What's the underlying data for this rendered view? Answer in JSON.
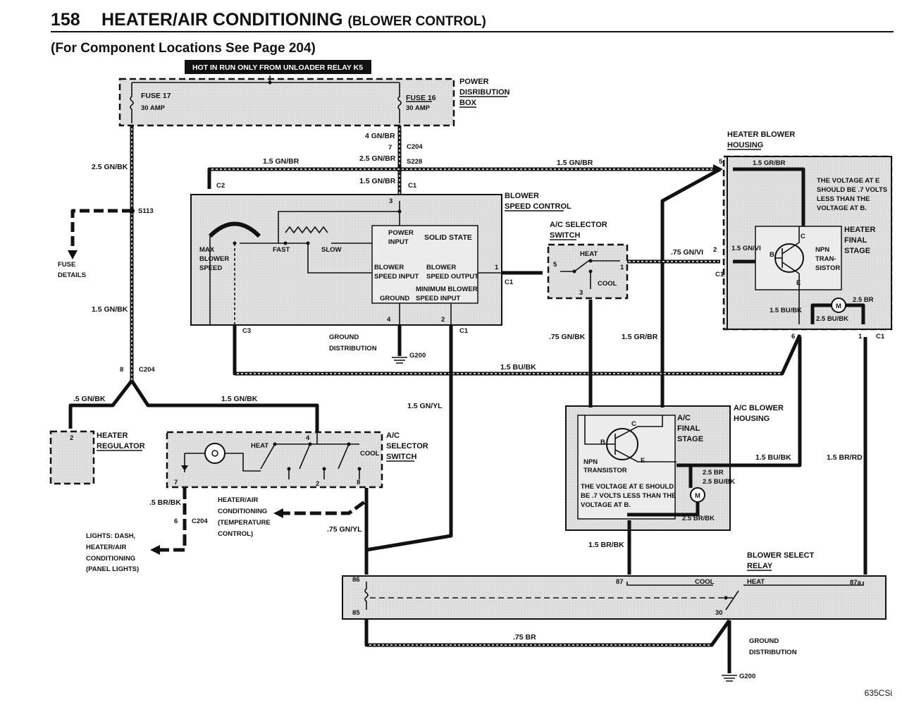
{
  "header": {
    "page_number": "158",
    "title": "HEATER/AIR CONDITIONING",
    "title_suffix": "(BLOWER CONTROL)",
    "subtitle": "(For Component Locations See Page 204)",
    "hot_note": "HOT IN RUN ONLY FROM UNLOADER RELAY K5"
  },
  "footer": {
    "model": "635CSi"
  },
  "components": {
    "power_box": {
      "name_lines": [
        "POWER",
        "DISRIBUTION",
        "BOX"
      ],
      "fuse17_name": "FUSE 17",
      "fuse17_rating": "30 AMP",
      "fuse16_name": "FUSE 16",
      "fuse16_rating": "30 AMP"
    },
    "blower_speed_control": {
      "name_lines": [
        "BLOWER",
        "SPEED CONTROL"
      ],
      "max_lines": [
        "MAX",
        "BLOWER",
        "SPEED"
      ],
      "fast": "FAST",
      "slow": "SLOW",
      "power_input_lines": [
        "POWER",
        "INPUT"
      ],
      "solid_state": "SOLID STATE",
      "blower_speed_input_lines": [
        "BLOWER",
        "SPEED INPUT"
      ],
      "blower_speed_output_lines": [
        "BLOWER",
        "SPEED OUTPUT"
      ],
      "minimum_blower_lines": [
        "MINIMUM BLOWER",
        "SPEED INPUT"
      ],
      "ground": "GROUND"
    },
    "ac_selector_switch_top": {
      "name_lines": [
        "A/C SELECTOR",
        "SWITCH"
      ],
      "heat": "HEAT",
      "cool": "COOL"
    },
    "heater_blower_housing": {
      "name_lines": [
        "HEATER BLOWER",
        "HOUSING"
      ]
    },
    "heater_final_stage": {
      "name_lines": [
        "HEATER",
        "FINAL",
        "STAGE"
      ],
      "transistor_lines": [
        "NPN",
        "TRAN-",
        "SISTOR"
      ],
      "note_lines": [
        "THE VOLTAGE AT E",
        "SHOULD BE .7 VOLTS",
        "LESS THAN THE",
        "VOLTAGE AT B."
      ]
    },
    "heater_regulator": {
      "name_lines": [
        "HEATER",
        "REGULATOR"
      ]
    },
    "ac_selector_switch_bottom": {
      "name_lines": [
        "A/C",
        "SELECTOR",
        "SWITCH"
      ],
      "heat": "HEAT",
      "cool": "COOL"
    },
    "ac_blower_housing": {
      "name_lines": [
        "A/C BLOWER",
        "HOUSING"
      ]
    },
    "ac_final_stage": {
      "name_lines": [
        "A/C",
        "FINAL",
        "STAGE"
      ],
      "transistor_lines": [
        "NPN",
        "TRANSISTOR"
      ],
      "note_lines": [
        "THE VOLTAGE AT E SHOULD",
        "BE .7 VOLTS LESS THAN THE",
        "VOLTAGE AT B."
      ]
    },
    "blower_select_relay": {
      "name_lines": [
        "BLOWER SELECT",
        "RELAY"
      ],
      "cool": "COOL",
      "heat": "HEAT"
    }
  },
  "ground_points": {
    "ground_distribution_lines": [
      "GROUND",
      "DISTRIBUTION"
    ],
    "g200": "G200"
  },
  "connectors": {
    "c204": "C204",
    "s228": "S228",
    "c1": "C1",
    "c2": "C2",
    "c3": "C3",
    "s113": "S113"
  },
  "off_page": {
    "fuse_details_lines": [
      "FUSE",
      "DETAILS"
    ],
    "heater_ac_temp_lines": [
      "HEATER/AIR",
      "CONDITIONING",
      "(TEMPERATURE",
      "CONTROL)"
    ],
    "lights_lines": [
      "LIGHTS: DASH,",
      "HEATER/AIR",
      "CONDITIONING",
      "(PANEL LIGHTS)"
    ]
  },
  "wires": {
    "w_25gnbk": "2.5 GN/BK",
    "w_4gnbr": "4 GN/BR",
    "w_25gnbr": "2.5 GN/BR",
    "w_15gnbr_a": "1.5 GN/BR",
    "w_15gnbr_b": "1.5 GN/BR",
    "w_15gnbr_c": "1.5 GN/BR",
    "w_15grbr_top": "1.5 GR/BR",
    "w_15gnbk_a": "1.5 GN/BK",
    "w_15gnbk_b": "1.5 GN/BK",
    "w_05gnbk": ".5 GN/BK",
    "w_075gnvi": ".75 GN/VI",
    "w_15gnvi": "1.5 GN/VI",
    "w_15bubk_a": "1.5 BU/BK",
    "w_15bubk_b": "1.5 BU/BK",
    "w_15bubk_c": "1.5 BU/BK",
    "w_25br": "2.5 BR",
    "w_25bubk": "2.5 BU/BK",
    "w_075gnbk": ".75 GN/BK",
    "w_15grbr": "1.5 GR/BR",
    "w_15gnyl": "1.5 GN/YL",
    "w_075gnyl": ".75 GN/YL",
    "w_05brbk": ".5 BR/BK",
    "w_15brbk": "1.5 BR/BK",
    "w_15brrd": "1.5 BR/RD",
    "w_25brbk": "2.5 BR/BK",
    "w_25bubk2": "2.5 BU/BK",
    "w_075br": ".75 BR"
  },
  "pins": {
    "p1": "1",
    "p2": "2",
    "p3": "3",
    "p4": "4",
    "p5": "5",
    "p6": "6",
    "p7": "7",
    "p8": "8",
    "p30": "30",
    "p85": "85",
    "p86": "86",
    "p87": "87",
    "p87a": "87a",
    "b": "B",
    "c": "C",
    "e": "E",
    "m": "M"
  }
}
